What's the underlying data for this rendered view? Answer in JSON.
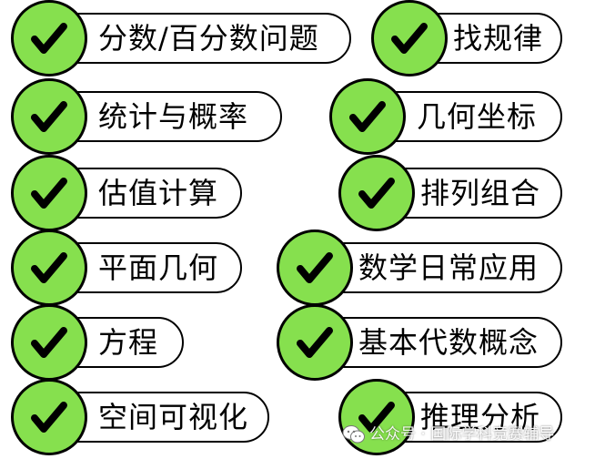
{
  "colors": {
    "check_fill": "#86e04e",
    "outline": "#000000",
    "pill_fill": "#ffffff"
  },
  "icons": {
    "check": "checkmark-icon",
    "watermark": "wechat-icon"
  },
  "items": [
    {
      "label": "分数/百分数问题"
    },
    {
      "label": "找规律"
    },
    {
      "label": "统计与概率"
    },
    {
      "label": "几何坐标"
    },
    {
      "label": "估值计算"
    },
    {
      "label": "排列组合"
    },
    {
      "label": "平面几何"
    },
    {
      "label": "数学日常应用"
    },
    {
      "label": "方程"
    },
    {
      "label": "基本代数概念"
    },
    {
      "label": "空间可视化"
    },
    {
      "label": "推理分析"
    }
  ],
  "watermark": {
    "text": "公众号 · 国际学科竞赛辅导"
  }
}
